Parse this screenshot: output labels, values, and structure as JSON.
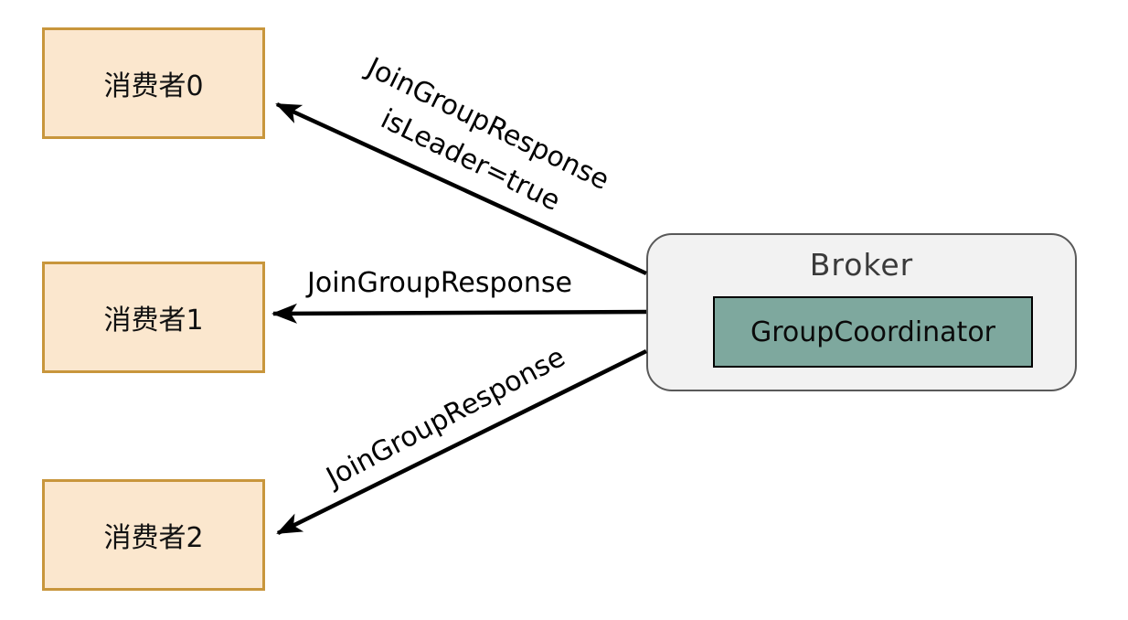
{
  "diagram": {
    "consumers": [
      {
        "label": "消费者0"
      },
      {
        "label": "消费者1"
      },
      {
        "label": "消费者2"
      }
    ],
    "broker": {
      "title": "Broker",
      "coordinator_label": "GroupCoordinator"
    },
    "arrows": [
      {
        "from": "broker",
        "to": "消费者0",
        "label": "JoinGroupResponse",
        "sublabel": "isLeader=true"
      },
      {
        "from": "broker",
        "to": "消费者1",
        "label": "JoinGroupResponse"
      },
      {
        "from": "broker",
        "to": "消费者2",
        "label": "JoinGroupResponse"
      }
    ],
    "colors": {
      "background": "#ffffff",
      "consumer_fill": "#fbe7ce",
      "consumer_border": "#c8963c",
      "broker_fill": "#f2f2f2",
      "broker_border": "#595959",
      "broker_title_color": "#3a3a3a",
      "coordinator_fill": "#7ea89e",
      "coordinator_border": "#000000",
      "arrow_color": "#000000",
      "label_color": "#000000"
    }
  }
}
